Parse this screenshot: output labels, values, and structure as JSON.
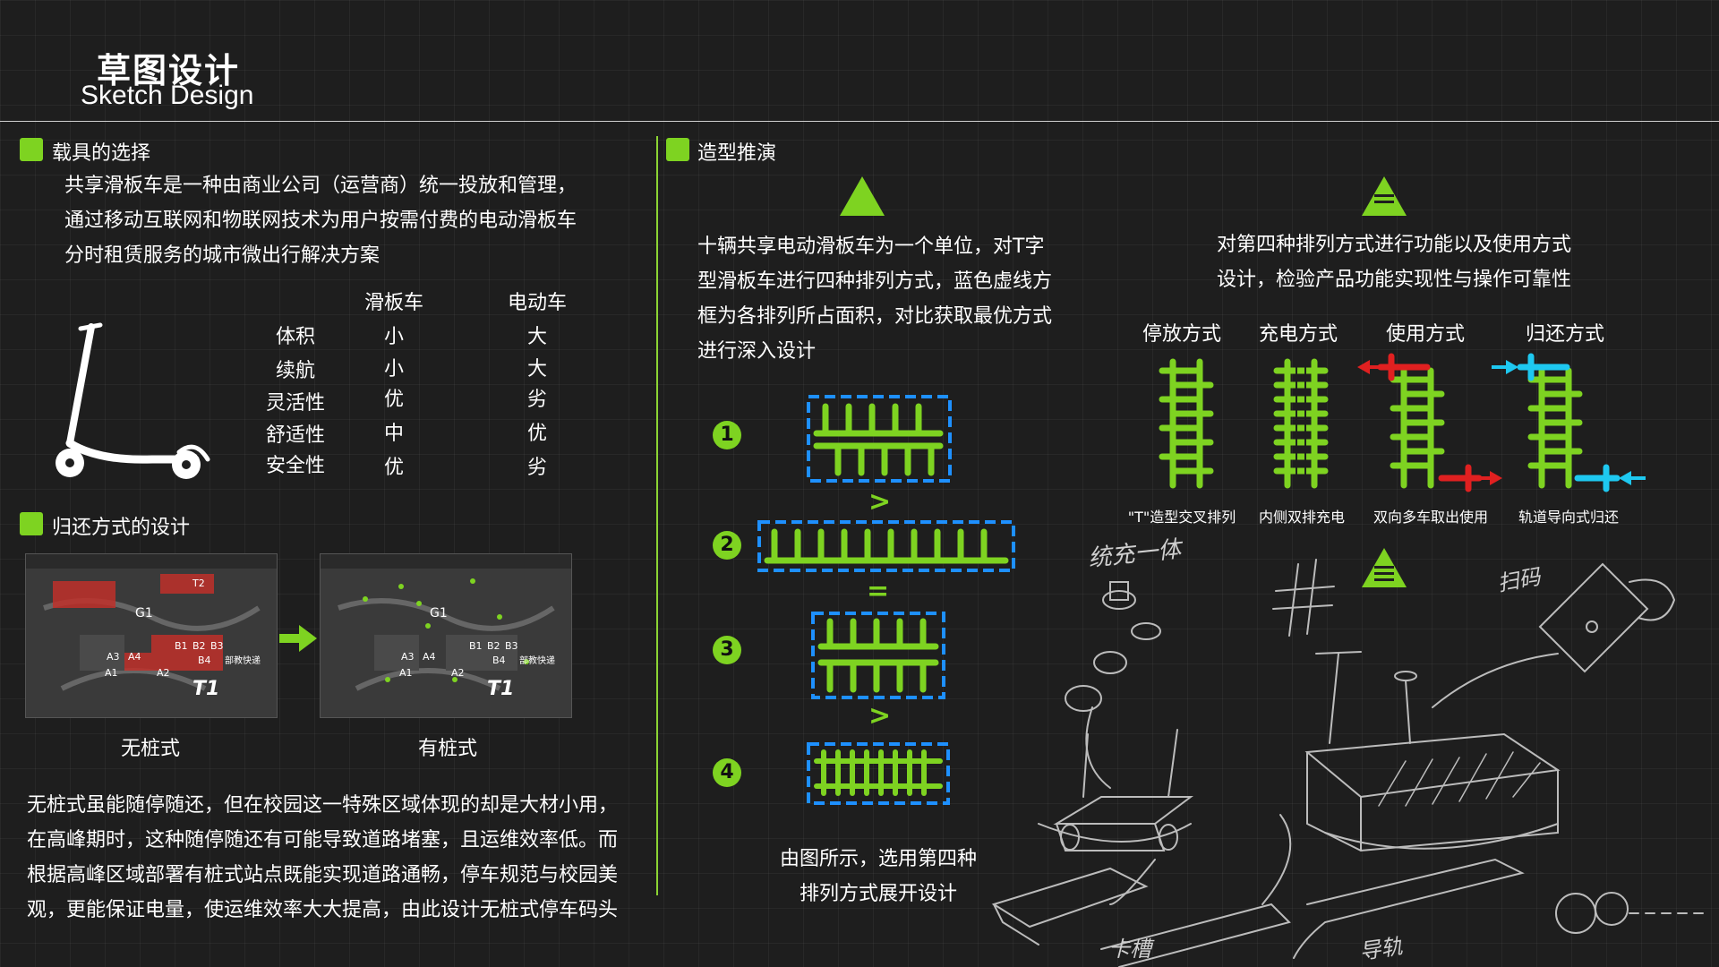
{
  "header": {
    "title_cn": "草图设计",
    "title_en": "Sketch Design"
  },
  "colors": {
    "accent": "#7ed321",
    "blue": "#1e90ff",
    "red": "#e02020",
    "cyan": "#1ec8f0"
  },
  "left": {
    "section1_title": "载具的选择",
    "intro": [
      "共享滑板车是一种由商业公司（运营商）统一投放和管理，",
      "通过移动互联网和物联网技术为用户按需付费的电动滑板车",
      "分时租赁服务的城市微出行解决方案"
    ],
    "compare": {
      "headers": [
        "滑板车",
        "电动车"
      ],
      "rows": [
        {
          "label": "体积",
          "scooter": "小",
          "ebike": "大"
        },
        {
          "label": "续航",
          "scooter": "小",
          "ebike": "大"
        },
        {
          "label": "灵活性",
          "scooter": "优",
          "ebike": "劣"
        },
        {
          "label": "舒适性",
          "scooter": "中",
          "ebike": "优"
        },
        {
          "label": "安全性",
          "scooter": "优",
          "ebike": "劣"
        }
      ]
    },
    "section2_title": "归还方式的设计",
    "map_labels": [
      "T1",
      "A1",
      "A2",
      "A3",
      "A4",
      "B1",
      "B2",
      "B3",
      "B4",
      "G1",
      "T2",
      "部教快递"
    ],
    "captions": [
      "无桩式",
      "有桩式"
    ],
    "bottom": [
      "无桩式虽能随停随还，但在校园这一特殊区域体现的却是大材小用，",
      "在高峰期时，这种随停随还有可能导致道路堵塞，且运维效率低。而",
      "根据高峰区域部署有桩式站点既能实现道路通畅，停车规范与校园美",
      "观，更能保证电量，使运维效率大大提高，由此设计无桩式停车码头"
    ]
  },
  "mid": {
    "section_title": "造型推演",
    "desc": [
      "十辆共享电动滑板车为一个单位，对T字",
      "型滑板车进行四种排列方式，蓝色虚线方",
      "框为各排列所占面积，对比获取最优方式",
      "进行深入设计"
    ],
    "numbers": [
      "1",
      "2",
      "3",
      "4"
    ],
    "comparators": [
      ">",
      "=",
      ">"
    ],
    "conclusion": [
      "由图所示，选用第四种",
      "排列方式展开设计"
    ]
  },
  "right": {
    "desc": [
      "对第四种排列方式进行功能以及使用方式",
      "设计，检验产品功能实现性与操作可靠性"
    ],
    "modes": [
      {
        "label": "停放方式",
        "caption": "\"T\"造型交叉排列"
      },
      {
        "label": "充电方式",
        "caption": "内侧双排充电"
      },
      {
        "label": "使用方式",
        "caption": "双向多车取出使用"
      },
      {
        "label": "归还方式",
        "caption": "轨道导向式归还"
      }
    ],
    "sketch_notes": [
      "统充一体",
      "扫码",
      "卡槽",
      "导轨"
    ]
  }
}
